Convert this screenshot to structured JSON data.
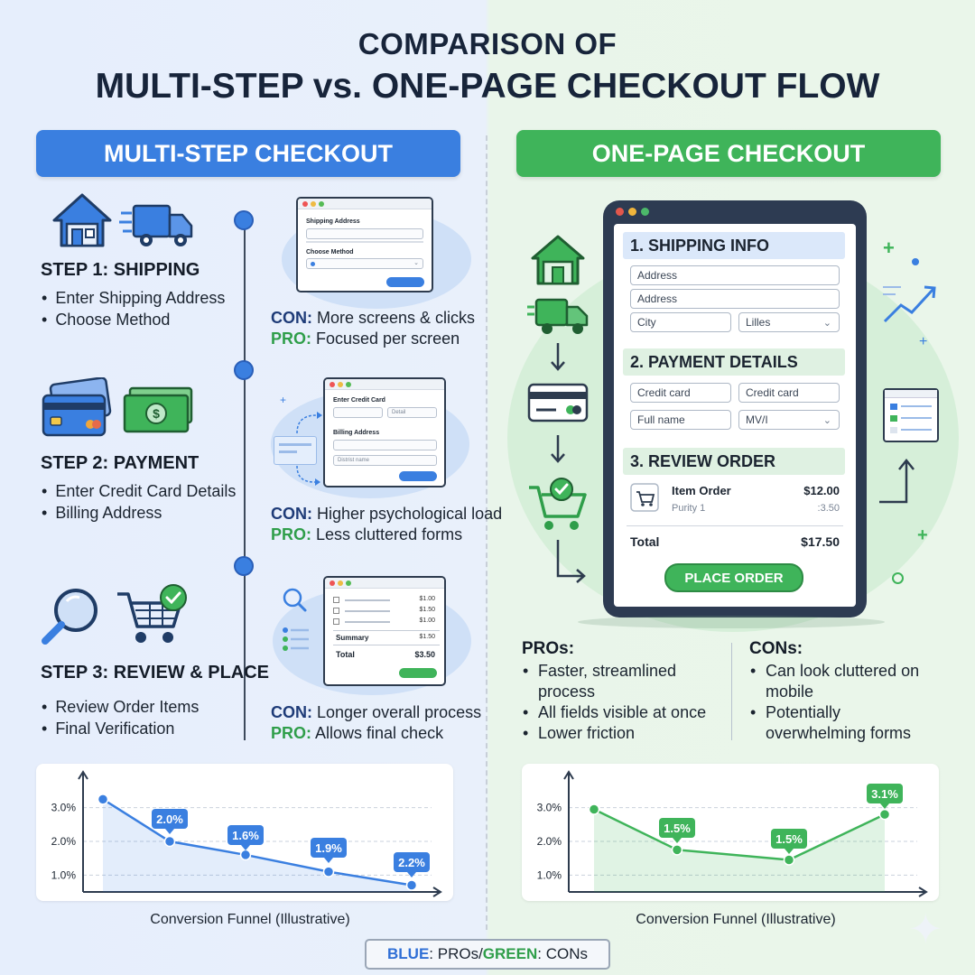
{
  "title": {
    "line1": "COMPARISON OF",
    "line2": "MULTI-STEP vs. ONE-PAGE CHECKOUT FLOW"
  },
  "multi_step": {
    "header": "MULTI-STEP CHECKOUT",
    "steps": [
      {
        "title": "STEP 1: SHIPPING",
        "bullets": [
          "Enter Shipping Address",
          "Choose Method"
        ],
        "con_key": "CON:",
        "con": "More screens & clicks",
        "pro_key": "PRO:",
        "pro": "Focused per screen",
        "mock": {
          "label1": "Shipping Address",
          "label2": "Choose Method"
        }
      },
      {
        "title": "STEP 2: PAYMENT",
        "bullets": [
          "Enter Credit Card Details",
          "Billing Address"
        ],
        "con_key": "CON:",
        "con": "Higher psychological load",
        "pro_key": "PRO:",
        "pro": "Less cluttered forms",
        "mock": {
          "label1": "Enter Credit Card",
          "field_small": "Detail",
          "label2": "Billing Address",
          "field2": "Distrist name"
        }
      },
      {
        "title": "STEP 3: REVIEW & PLACE",
        "bullets": [
          "Review Order Items",
          "Final Verification"
        ],
        "con_key": "CON:",
        "con": "Longer overall process",
        "pro_key": "PRO:",
        "pro": "Allows final check",
        "mock": {
          "prices": [
            "$1.00",
            "$1.50",
            "$1.00"
          ],
          "summary_label": "Summary",
          "summary_value": "$1.50",
          "total_label": "Total",
          "total_value": "$3.50"
        }
      }
    ]
  },
  "one_page": {
    "header": "ONE-PAGE CHECKOUT",
    "sections": {
      "shipping": "1. SHIPPING INFO",
      "payment": "2. PAYMENT DETAILS",
      "review": "3. REVIEW ORDER"
    },
    "fields": {
      "address1": "Address",
      "address2": "Address",
      "city": "City",
      "state": "Lilles",
      "cc1": "Credit card",
      "cc2": "Credit card",
      "fullname": "Full name",
      "expiry": "MV/I"
    },
    "order": {
      "item_name": "Item Order",
      "item_price": "$12.00",
      "item_sub": "Purity 1",
      "item_sub_price": ":3.50",
      "total_label": "Total",
      "total_value": "$17.50",
      "button": "PLACE ORDER"
    },
    "pros_title": "PROs:",
    "pros": [
      [
        "Faster, streamlined",
        "process"
      ],
      [
        "All fields visible at once"
      ],
      [
        "Lower friction"
      ]
    ],
    "cons_title": "CONs:",
    "cons": [
      [
        "Can look cluttered on",
        "mobile"
      ],
      [
        "Potentially",
        "overwhelming forms"
      ]
    ]
  },
  "chart_data": [
    {
      "type": "area",
      "color": "#3a7fe0",
      "y_ticks": [
        "3.0%",
        "2.0%",
        "1.0%"
      ],
      "ylim": [
        0.5,
        3.5
      ],
      "values": [
        3.25,
        2.0,
        1.6,
        1.1,
        0.7
      ],
      "data_labels": [
        "",
        "2.0%",
        "1.6%",
        "1.9%",
        "2.2%"
      ],
      "xlabel": "Conversion Funnel (Illustrative)"
    },
    {
      "type": "area",
      "color": "#3fb45a",
      "y_ticks": [
        "3.0%",
        "2.0%",
        "1.0%"
      ],
      "ylim": [
        0.5,
        3.5
      ],
      "values": [
        2.95,
        1.75,
        1.45,
        2.8
      ],
      "data_labels": [
        "",
        "1.5%",
        "1.5%",
        "3.1%"
      ],
      "xlabel": "Conversion Funnel (Illustrative)"
    }
  ],
  "legend": {
    "blue_word": "BLUE",
    "blue_text": ": PROs/",
    "green_word": "GREEN",
    "green_text": ": CONs"
  },
  "colors": {
    "blue": "#3a7fe0",
    "green": "#3fb45a",
    "dark": "#17243a"
  }
}
